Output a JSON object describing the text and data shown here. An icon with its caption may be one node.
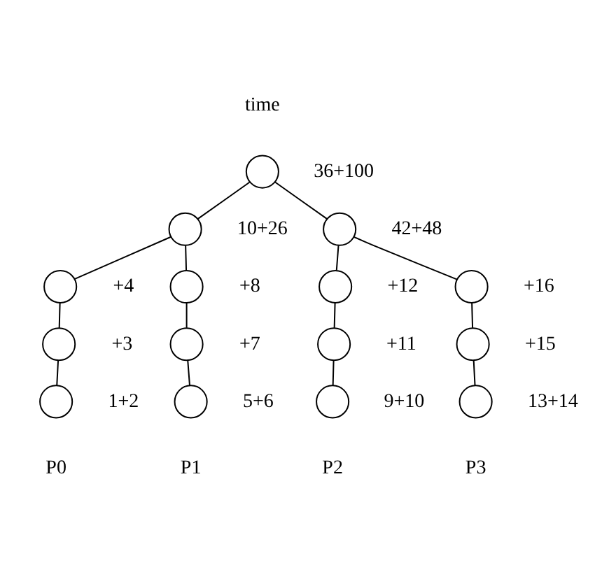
{
  "diagram": {
    "nodes": [
      {
        "text": [],
        "shape": "circle",
        "beside": [
          "36+100"
        ]
      },
      {
        "text": [],
        "shape": "circle",
        "beside": [
          "10+26"
        ]
      },
      {
        "text": [],
        "shape": "circle",
        "beside": [
          "42+48"
        ]
      },
      {
        "text": [],
        "shape": "circle",
        "beside": [
          "+4"
        ]
      },
      {
        "text": [],
        "shape": "circle",
        "beside": [
          "+8"
        ]
      },
      {
        "text": [],
        "shape": "circle",
        "beside": [
          "+12"
        ]
      },
      {
        "text": [],
        "shape": "circle",
        "beside": [
          "+16"
        ]
      },
      {
        "text": [],
        "shape": "circle",
        "beside": [
          "+3"
        ]
      },
      {
        "text": [],
        "shape": "circle",
        "beside": [
          "+7"
        ]
      },
      {
        "text": [],
        "shape": "circle",
        "beside": [
          "+11"
        ]
      },
      {
        "text": [],
        "shape": "circle",
        "beside": [
          "+15"
        ]
      },
      {
        "text": [],
        "shape": "circle",
        "beside": [
          "1+2"
        ]
      },
      {
        "text": [],
        "shape": "circle",
        "beside": [
          "5+6"
        ]
      },
      {
        "text": [],
        "shape": "circle",
        "beside": [
          "9+10"
        ]
      },
      {
        "text": [],
        "shape": "circle",
        "beside": [
          "13+14"
        ]
      }
    ],
    "edges": [
      {
        "from": 0,
        "to": 1,
        "arrow": "none"
      },
      {
        "from": 0,
        "to": 2,
        "arrow": "none"
      },
      {
        "from": 1,
        "to": 3,
        "arrow": "none"
      },
      {
        "from": 1,
        "to": 4,
        "arrow": "none"
      },
      {
        "from": 2,
        "to": 5,
        "arrow": "none"
      },
      {
        "from": 2,
        "to": 6,
        "arrow": "none"
      },
      {
        "from": 3,
        "to": 7,
        "arrow": "none"
      },
      {
        "from": 4,
        "to": 8,
        "arrow": "none"
      },
      {
        "from": 5,
        "to": 9,
        "arrow": "none"
      },
      {
        "from": 6,
        "to": 10,
        "arrow": "none"
      },
      {
        "from": 7,
        "to": 11,
        "arrow": "none"
      },
      {
        "from": 8,
        "to": 12,
        "arrow": "none"
      },
      {
        "from": 9,
        "to": 13,
        "arrow": "none"
      },
      {
        "from": 10,
        "to": 14,
        "arrow": "none"
      }
    ],
    "labels": [
      "time",
      "P0",
      "P1",
      "P2",
      "P3"
    ]
  }
}
